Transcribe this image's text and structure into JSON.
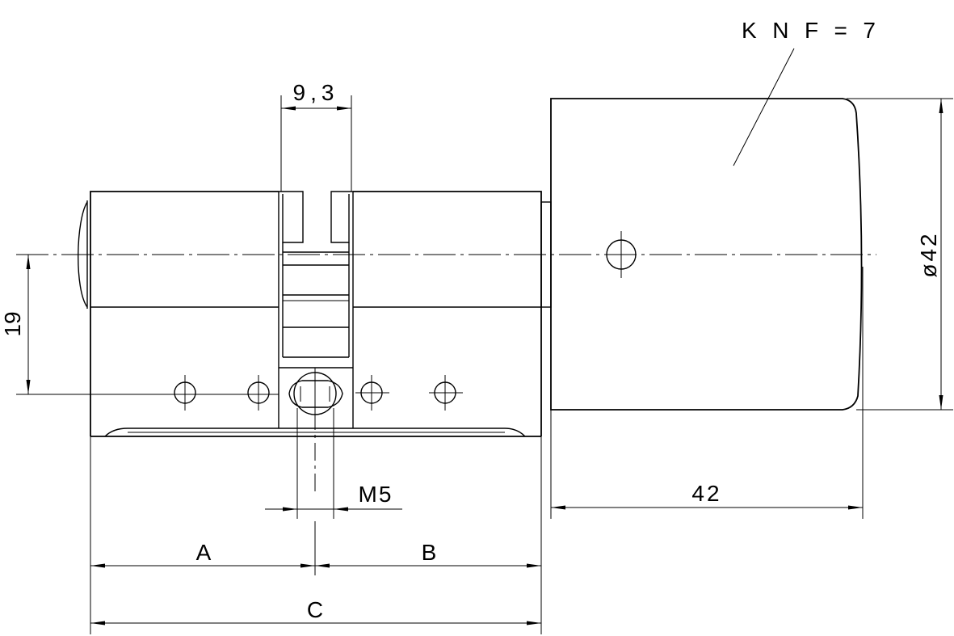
{
  "labels": {
    "knob_callout": "KNF=7",
    "cam_width": "9,3",
    "knob_diameter": "ø42",
    "hole_offset": "19",
    "thread": "M5",
    "knob_length": "42",
    "dim_a": "A",
    "dim_b": "B",
    "dim_c": "C"
  }
}
